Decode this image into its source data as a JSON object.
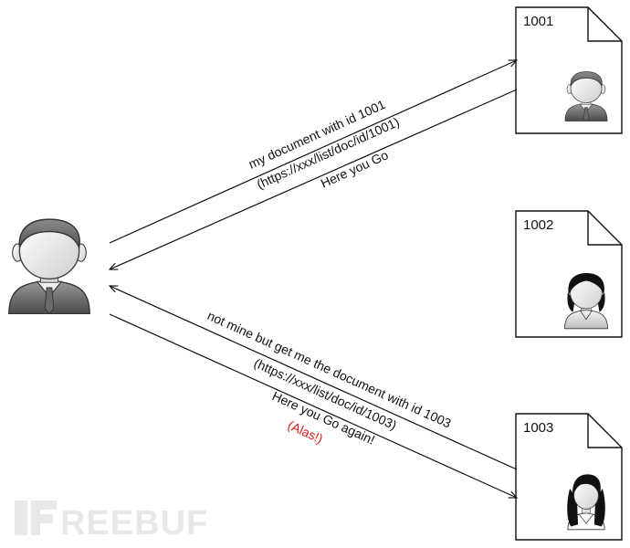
{
  "documents": {
    "doc1": {
      "id_label": "1001"
    },
    "doc2": {
      "id_label": "1002"
    },
    "doc3": {
      "id_label": "1003"
    }
  },
  "messages": {
    "request1": "my document with id 1001",
    "url1": "(https://xxx/list/doc/id/1001)",
    "response1": "Here you Go",
    "request2": "not mine but get me the document with id 1003",
    "url2": "(https://xxx/list/doc/id/1003)",
    "response2": "Here you Go again!",
    "alas": "(Alas!)"
  },
  "watermark": {
    "rest": "REEBUF"
  },
  "colors": {
    "alas": "#e31b1b",
    "stroke": "#111111",
    "watermark": "#e6e6e6"
  }
}
